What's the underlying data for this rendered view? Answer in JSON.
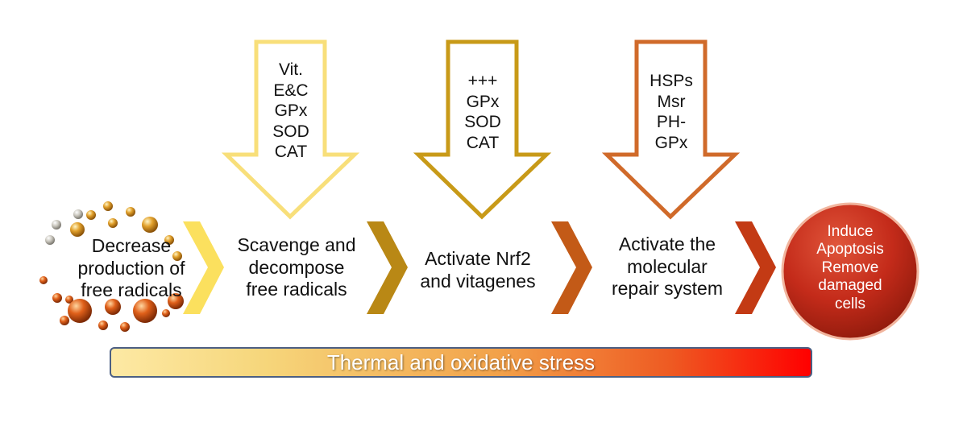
{
  "steps": [
    {
      "label": "Decrease\nproduction  of\nfree radicals"
    },
    {
      "label": "Scavenge and\ndecompose\nfree radicals"
    },
    {
      "label": "Activate Nrf2\nand vitagenes"
    },
    {
      "label": "Activate the\nmolecular\nrepair system"
    }
  ],
  "down_arrows": [
    {
      "label": "Vit.\nE&C\nGPx\nSOD\nCAT",
      "color": "#f8df7a"
    },
    {
      "label": "+++\nGPx\nSOD\nCAT",
      "color": "#c89a18"
    },
    {
      "label": "HSPs\nMsr\nPH-\nGPx",
      "color": "#d06a2a"
    }
  ],
  "chevrons": [
    {
      "color": "#fbe05e"
    },
    {
      "color": "#b98815"
    },
    {
      "color": "#c35a17"
    },
    {
      "color": "#c33a14"
    }
  ],
  "end_circle": {
    "label": "Induce\nApoptosis\nRemove\ndamaged\ncells",
    "color": "#c42b1a"
  },
  "stress_bar": {
    "label": "Thermal and oxidative stress"
  }
}
